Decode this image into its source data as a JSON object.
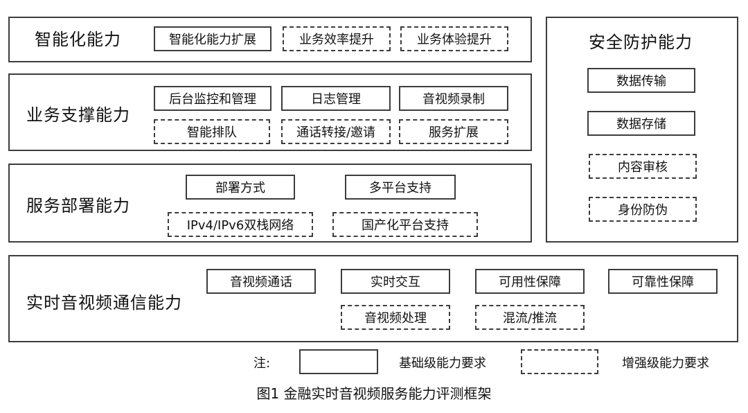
{
  "rows": {
    "intelligent": {
      "title": "智能化能力",
      "items": [
        "智能化能力扩展",
        "业务效率提升",
        "业务体验提升"
      ]
    },
    "business_support": {
      "title": "业务支撑能力",
      "items": [
        "后台监控和管理",
        "日志管理",
        "音视频录制",
        "智能排队",
        "通话转接/邀请",
        "服务扩展"
      ]
    },
    "deployment": {
      "title": "服务部署能力",
      "items": [
        "部署方式",
        "多平台支持",
        "IPv4/IPv6双栈网络",
        "国产化平台支持"
      ]
    },
    "security": {
      "title": "安全防护能力",
      "items": [
        "数据传输",
        "数据存储",
        "内容审核",
        "身份防伪"
      ]
    },
    "realtime": {
      "title": "实时音视频通信能力",
      "items": [
        "音视频通话",
        "实时交互",
        "可用性保障",
        "可靠性保障",
        "音视频处理",
        "混流/推流"
      ]
    }
  },
  "legend": {
    "note": "注:",
    "basic_label": "基础级能力要求",
    "enhanced_label": "增强级能力要求"
  },
  "caption": "图1 金融实时音视频服务能力评测框架"
}
